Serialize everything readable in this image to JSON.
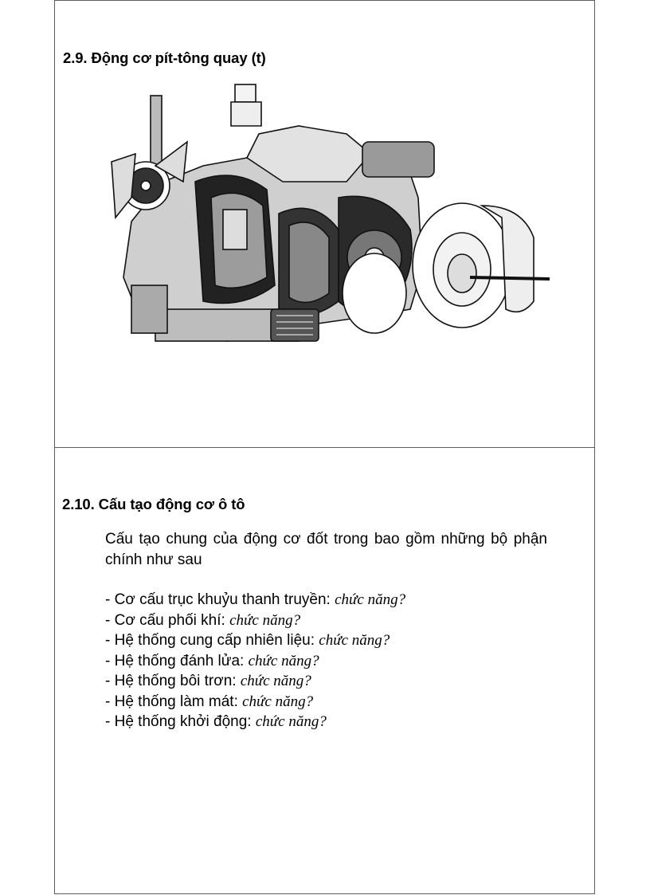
{
  "slides": [
    {
      "title": "2.9. Động cơ pít-tông quay (t)",
      "figure": {
        "icon": "rotary-engine-cutaway-illustration"
      }
    },
    {
      "title": "2.10. Cấu tạo động cơ ô tô",
      "intro": "Cấu tạo chung của động cơ đốt trong bao gồm những bộ phận chính như sau",
      "items": [
        {
          "label": "- Cơ cấu trục khuỷu thanh truyền: ",
          "note": "chức năng?"
        },
        {
          "label": "- Cơ cấu phối khí: ",
          "note": "chức năng?"
        },
        {
          "label": "- Hệ thống cung cấp nhiên liệu: ",
          "note": "chức năng?"
        },
        {
          "label": "- Hệ thống đánh lửa: ",
          "note": "chức năng?"
        },
        {
          "label": "- Hệ thống bôi trơn: ",
          "note": "chức năng?"
        },
        {
          "label": "- Hệ thống làm mát: ",
          "note": "chức năng?"
        },
        {
          "label": "- Hệ thống khởi động: ",
          "note": "chức năng?"
        }
      ]
    }
  ],
  "colors": {
    "frame": "#5a5f5a",
    "text": "#000000",
    "background": "#ffffff"
  }
}
